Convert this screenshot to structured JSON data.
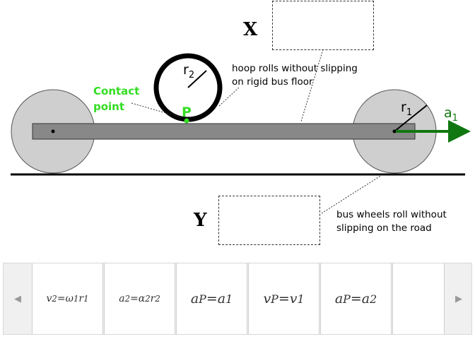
{
  "diagram": {
    "label_x": "X",
    "label_y": "Y",
    "label_r2": "r",
    "label_r2_sub": "2",
    "label_r1": "r",
    "label_r1_sub": "1",
    "label_a1": "a",
    "label_a1_sub": "1",
    "label_p": "P",
    "contact_line1": "Contact",
    "contact_line2": "point",
    "hoop_note_line1": "hoop rolls without slipping",
    "hoop_note_line2": "on rigid bus floor",
    "wheel_note_line1": "bus wheels roll without",
    "wheel_note_line2": "slipping on the road",
    "colors": {
      "contact_green": "#33dd22",
      "arrow_green": "#117711",
      "wheel_fill": "#cfcfcf",
      "bar_fill": "#888888"
    }
  },
  "tray": {
    "prev_icon": "◀",
    "next_icon": "▶",
    "tiles": [
      {
        "main": "v",
        "sub1": "2",
        "eq": "=ω",
        "sub2": "1",
        "tail": "r",
        "sub3": "1"
      },
      {
        "main": "a",
        "sub1": "2",
        "eq": "=α",
        "sub2": "2",
        "tail": "r",
        "sub3": "2"
      },
      {
        "main": "a",
        "sub1": "P",
        "eq": "=a",
        "sub2": "1"
      },
      {
        "main": "v",
        "sub1": "P",
        "eq": "=v",
        "sub2": "1"
      },
      {
        "main": "a",
        "sub1": "P",
        "eq": "=a",
        "sub2": "2"
      }
    ]
  }
}
